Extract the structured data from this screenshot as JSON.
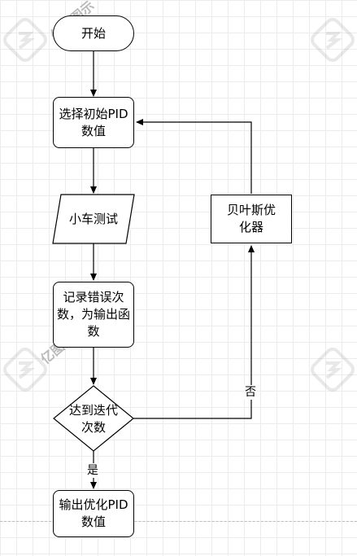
{
  "nodes": {
    "start": "开始",
    "select_pid": "选择初始PID数值",
    "car_test": "小车测试",
    "record_error": "记录错误次数，为输出函数",
    "decision": "达到迭代次数",
    "output_pid": "输出优化PID数值",
    "bayes": "贝叶斯优化器"
  },
  "edge_labels": {
    "yes": "是",
    "no": "否"
  },
  "watermark": {
    "text": "亿图图示"
  },
  "colors": {
    "stroke": "#000000",
    "grid": "#ececec",
    "watermark": "#b9b9b9"
  }
}
